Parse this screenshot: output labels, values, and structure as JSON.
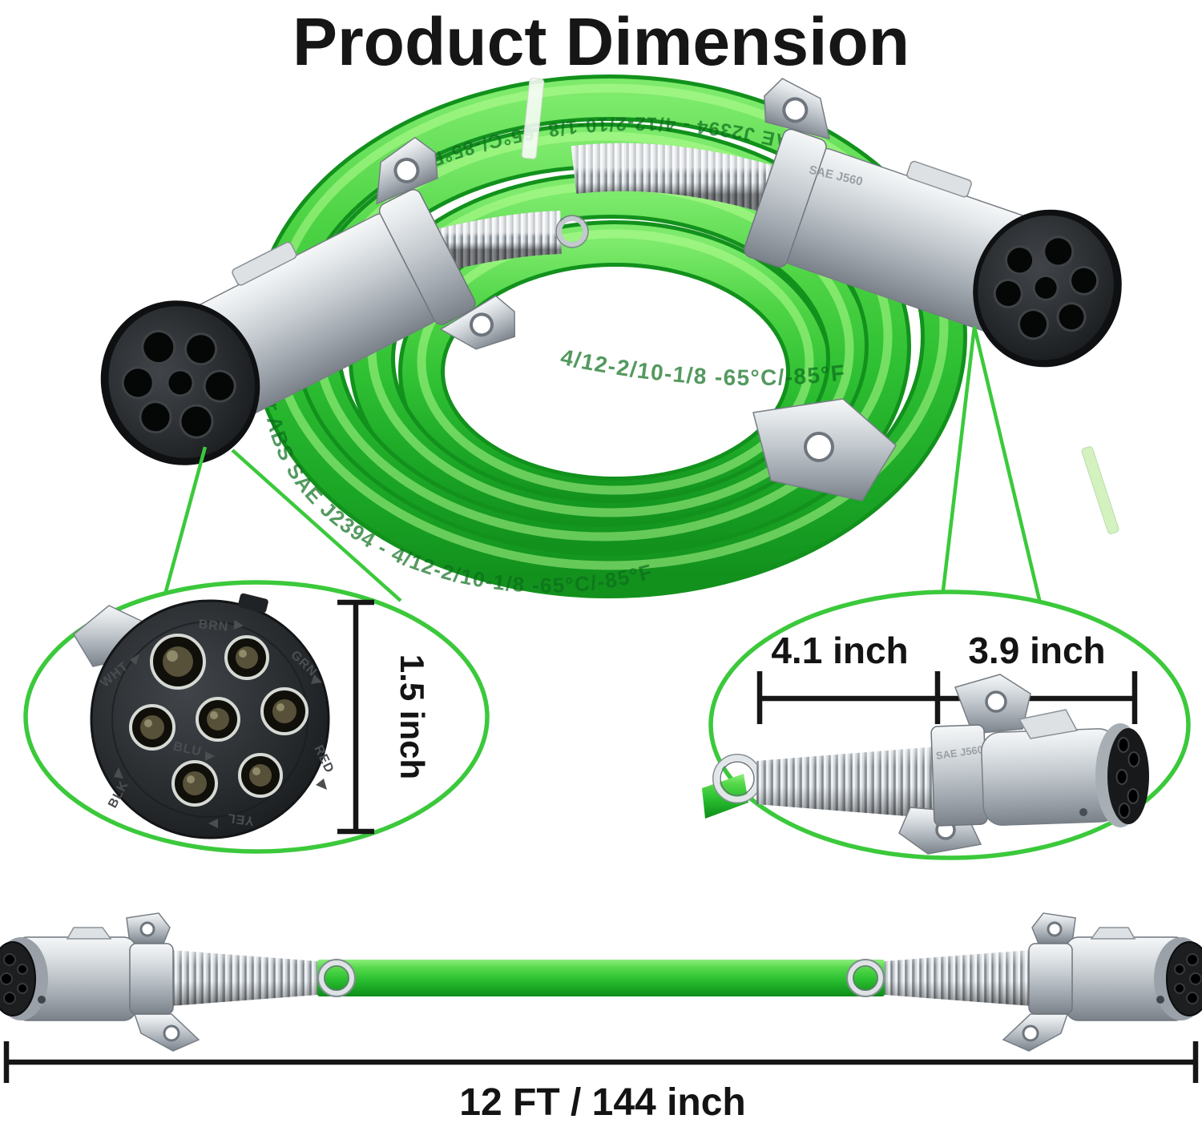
{
  "title": "Product Dimension",
  "colors": {
    "cable_green": "#2fbe33",
    "callout_green": "#3bc93b",
    "metal_silver": "#c3c9ce",
    "connector_black": "#232629",
    "dimension_text": "#141414"
  },
  "main_photo": {
    "cable_print_main": "for ABS SAE J2394 - 4/12-2/10-1/8 -65°C/-85°F",
    "cable_print_mid": "4/12-2/10-1/8  -65°C/-85°F",
    "cable_print_top": "SAE J2394 - 4/12-2/10-1/8 -65°C/-85°F",
    "connector_stamp": "SAE J560"
  },
  "plug_face_detail": {
    "dimension_label": "1.5 inch",
    "pin_labels": {
      "top": "BRN",
      "upper_right": "GRN",
      "lower_right": "RED",
      "bottom": "YEL",
      "lower_left": "BLK",
      "upper_left": "WHT",
      "center": "BLU"
    }
  },
  "plug_side_detail": {
    "spring_dimension_label": "4.1 inch",
    "plug_dimension_label": "3.9 inch",
    "connector_stamp": "SAE J560"
  },
  "full_length": {
    "dimension_label": "12 FT / 144 inch"
  }
}
